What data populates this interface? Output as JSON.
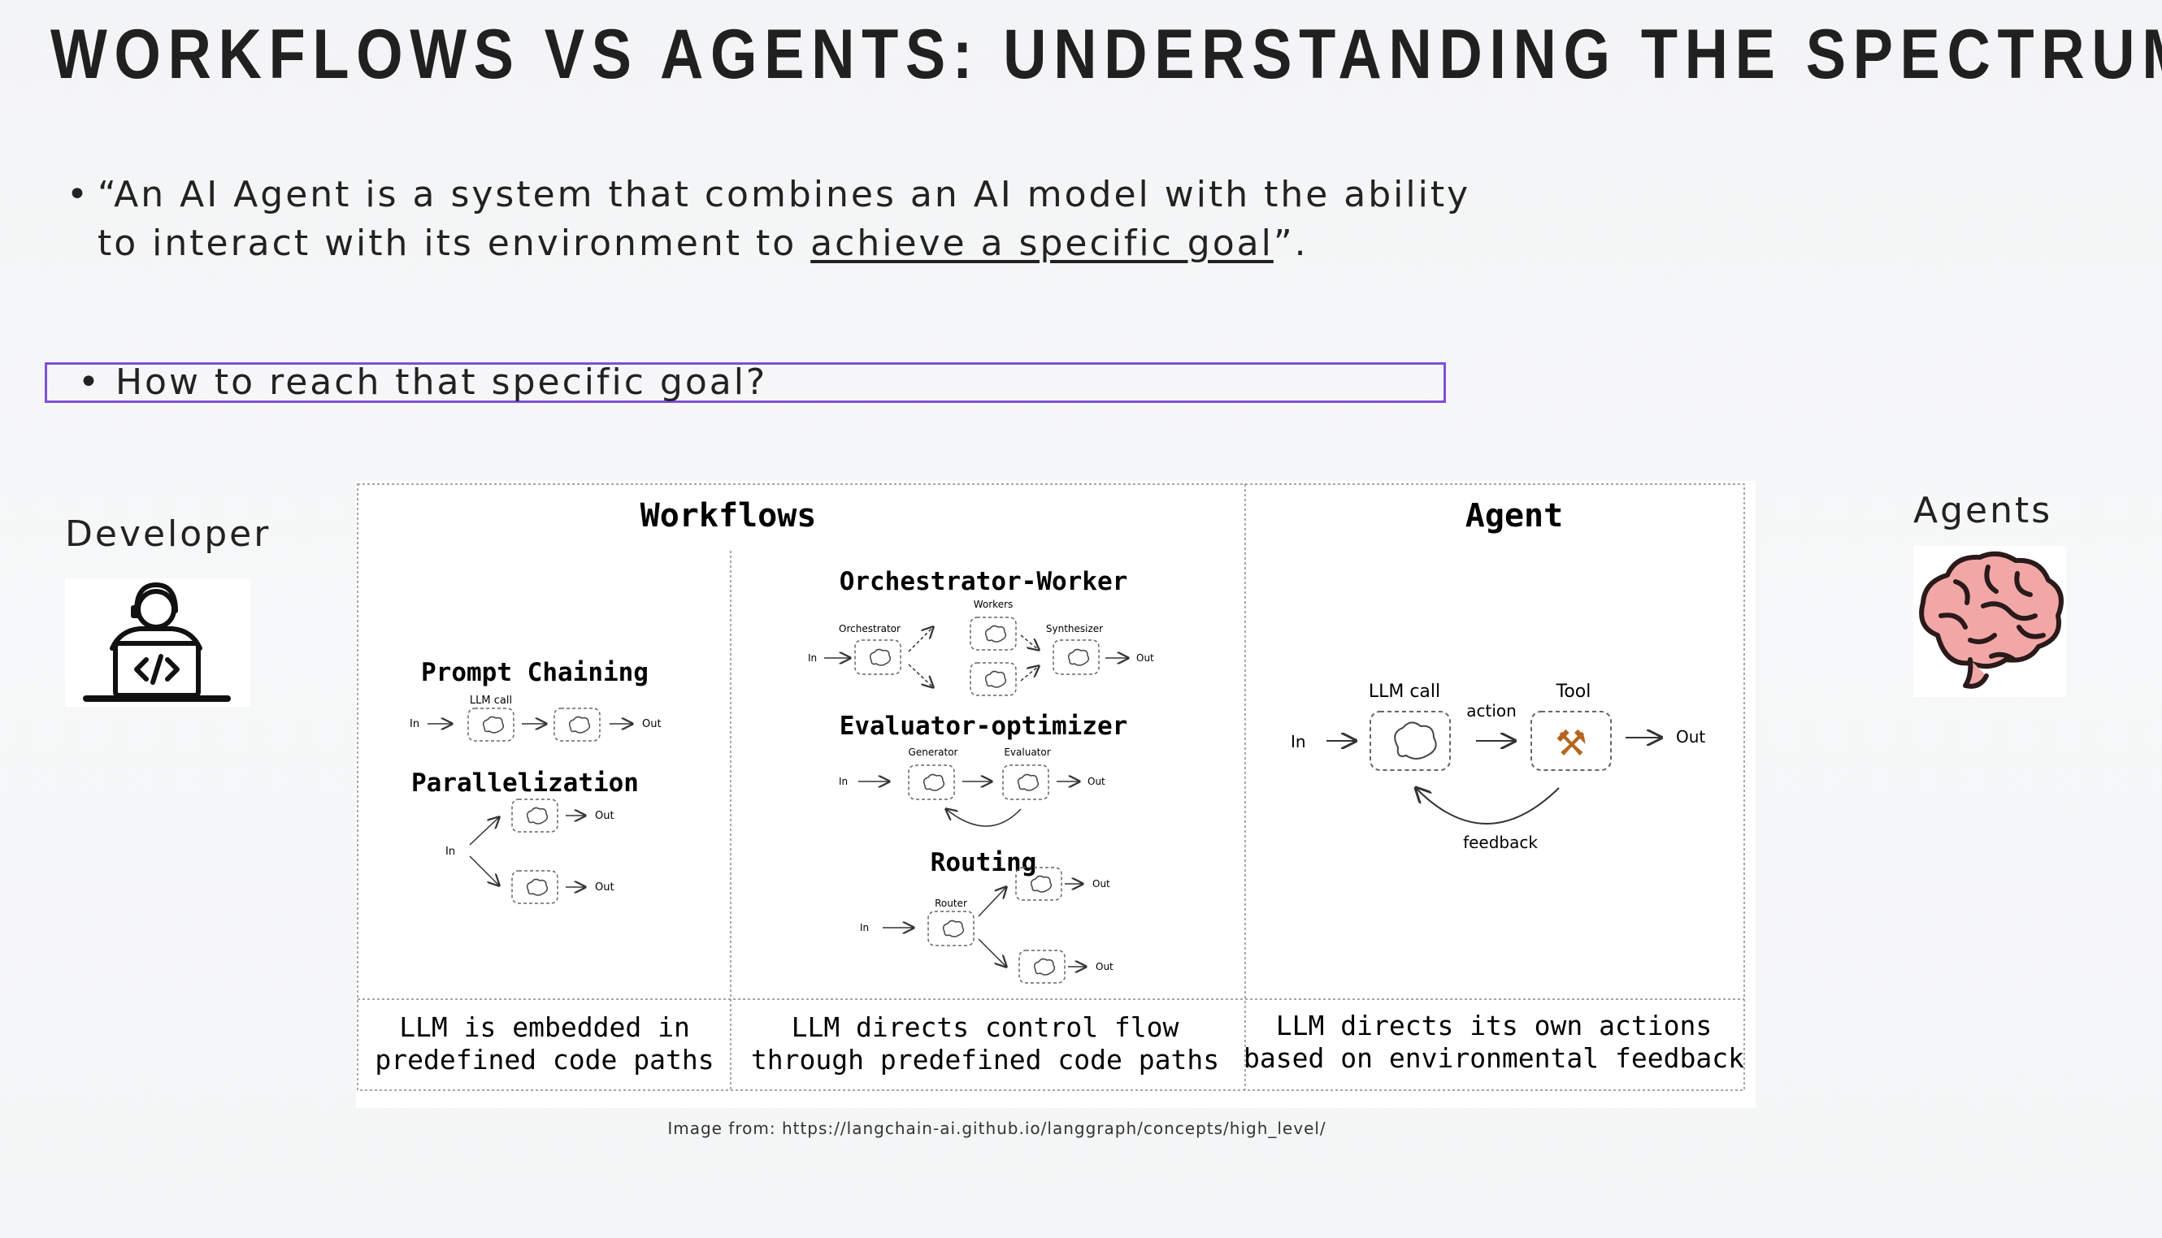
{
  "title": "WORKFLOWS VS AGENTS: UNDERSTANDING THE SPECTRUM",
  "bullets": {
    "dot": "•",
    "quote_part1": "“An AI Agent is a system that combines an AI model with the ability to interact with its environment to ",
    "quote_underlined": "achieve a specific goal",
    "quote_end": "”.",
    "question": "How to reach that specific goal?"
  },
  "developer_label": "Developer",
  "agents_label": "Agents",
  "diagram": {
    "workflows_header": "Workflows",
    "agent_header": "Agent",
    "prompt_chaining": {
      "title": "Prompt Chaining",
      "llm_call": "LLM call",
      "in": "In",
      "out": "Out"
    },
    "parallelization": {
      "title": "Parallelization",
      "in": "In",
      "out1": "Out",
      "out2": "Out"
    },
    "orchestrator_worker": {
      "title": "Orchestrator-Worker",
      "orchestrator": "Orchestrator",
      "workers": "Workers",
      "synthesizer": "Synthesizer",
      "in": "In",
      "out": "Out"
    },
    "evaluator_optimizer": {
      "title": "Evaluator-optimizer",
      "generator": "Generator",
      "evaluator": "Evaluator",
      "in": "In",
      "out": "Out"
    },
    "routing": {
      "title": "Routing",
      "router": "Router",
      "in": "In",
      "out1": "Out",
      "out2": "Out"
    },
    "agent_flow": {
      "llm_call": "LLM call",
      "action": "action",
      "tool": "Tool",
      "feedback": "feedback",
      "in": "In",
      "out": "Out",
      "tool_glyph": "⚒"
    },
    "captions": [
      {
        "line1": "LLM is embedded in",
        "line2": "predefined code paths"
      },
      {
        "line1": "LLM directs control flow",
        "line2": "through predefined code paths"
      },
      {
        "line1": "LLM directs its own actions",
        "line2": "based on environmental feedback"
      }
    ]
  },
  "credit": "Image from: https://langchain-ai.github.io/langgraph/concepts/high_level/",
  "colors": {
    "accent_border": "#7f4fd8",
    "brain_fill": "#f2a7a7",
    "brain_stroke": "#2a1a1a"
  },
  "icons": [
    "developer-laptop-icon",
    "brain-icon",
    "tool-icon"
  ]
}
